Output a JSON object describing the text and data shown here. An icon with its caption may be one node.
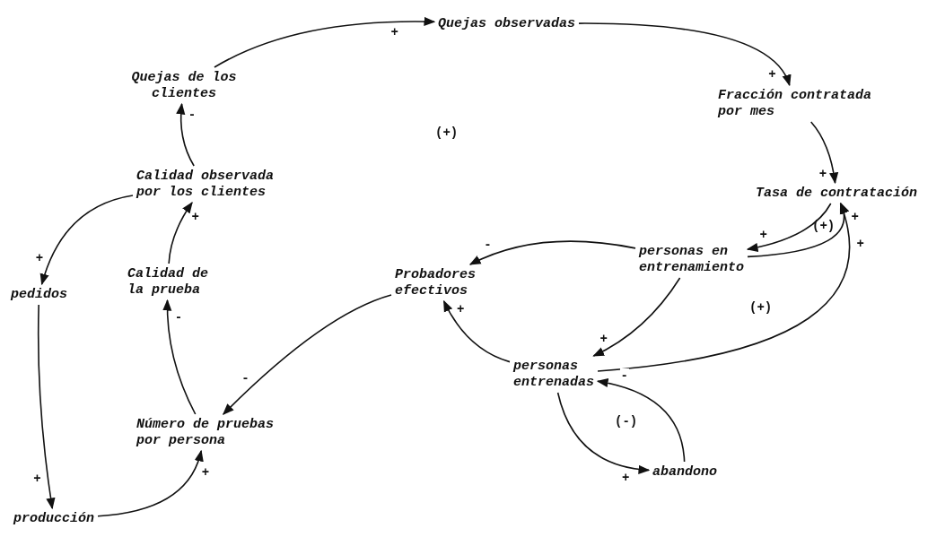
{
  "diagram": {
    "nodes": [
      {
        "text": [
          "Quejas observadas"
        ]
      },
      {
        "text": [
          "Quejas de los clientes"
        ]
      },
      {
        "text": [
          "Fracción contratada por mes"
        ]
      },
      {
        "text": [
          "Calidad observada por los clientes"
        ]
      },
      {
        "text": [
          "Tasa de contratación"
        ]
      },
      {
        "text": [
          "personas en entrenamiento"
        ]
      },
      {
        "text": [
          "Probadores efectivos"
        ]
      },
      {
        "text": [
          "pedidos"
        ]
      },
      {
        "text": [
          "Calidad de la prueba"
        ]
      },
      {
        "text": [
          "personas entrenadas"
        ]
      },
      {
        "text": [
          "Número de pruebas por persona"
        ]
      },
      {
        "text": [
          "abandono"
        ]
      },
      {
        "text": [
          "producción"
        ]
      }
    ],
    "edges": [
      {
        "from": 1,
        "to": 0,
        "arrow": "to",
        "label": "+"
      },
      {
        "from": 0,
        "to": 2,
        "arrow": "to",
        "label": "+"
      },
      {
        "from": 2,
        "to": 4,
        "arrow": "to",
        "label": "+"
      },
      {
        "from": 4,
        "to": 5,
        "arrow": "to",
        "label": "+"
      },
      {
        "from": 5,
        "to": 4,
        "arrow": "to",
        "label": "+"
      },
      {
        "from": 9,
        "to": 4,
        "arrow": "to",
        "label": "+"
      },
      {
        "from": 5,
        "to": 6,
        "arrow": "to",
        "label": "-"
      },
      {
        "from": 5,
        "to": 9,
        "arrow": "to",
        "label": "+"
      },
      {
        "from": 9,
        "to": 6,
        "arrow": "to",
        "label": "+"
      },
      {
        "from": 6,
        "to": 10,
        "arrow": "to",
        "label": "-"
      },
      {
        "from": 9,
        "to": 11,
        "arrow": "to",
        "label": "+"
      },
      {
        "from": 11,
        "to": 9,
        "arrow": "to",
        "label": "-"
      },
      {
        "from": 10,
        "to": 8,
        "arrow": "to",
        "label": "-"
      },
      {
        "from": 8,
        "to": 3,
        "arrow": "to",
        "label": "+"
      },
      {
        "from": 3,
        "to": 1,
        "arrow": "to",
        "label": "-"
      },
      {
        "from": 3,
        "to": 7,
        "arrow": "to",
        "label": "+"
      },
      {
        "from": 7,
        "to": 12,
        "arrow": "to",
        "label": "+"
      },
      {
        "from": 12,
        "to": 10,
        "arrow": "to",
        "label": "+"
      }
    ],
    "labels": [
      "(+)",
      "(+)",
      "(+)",
      "(-)"
    ]
  }
}
